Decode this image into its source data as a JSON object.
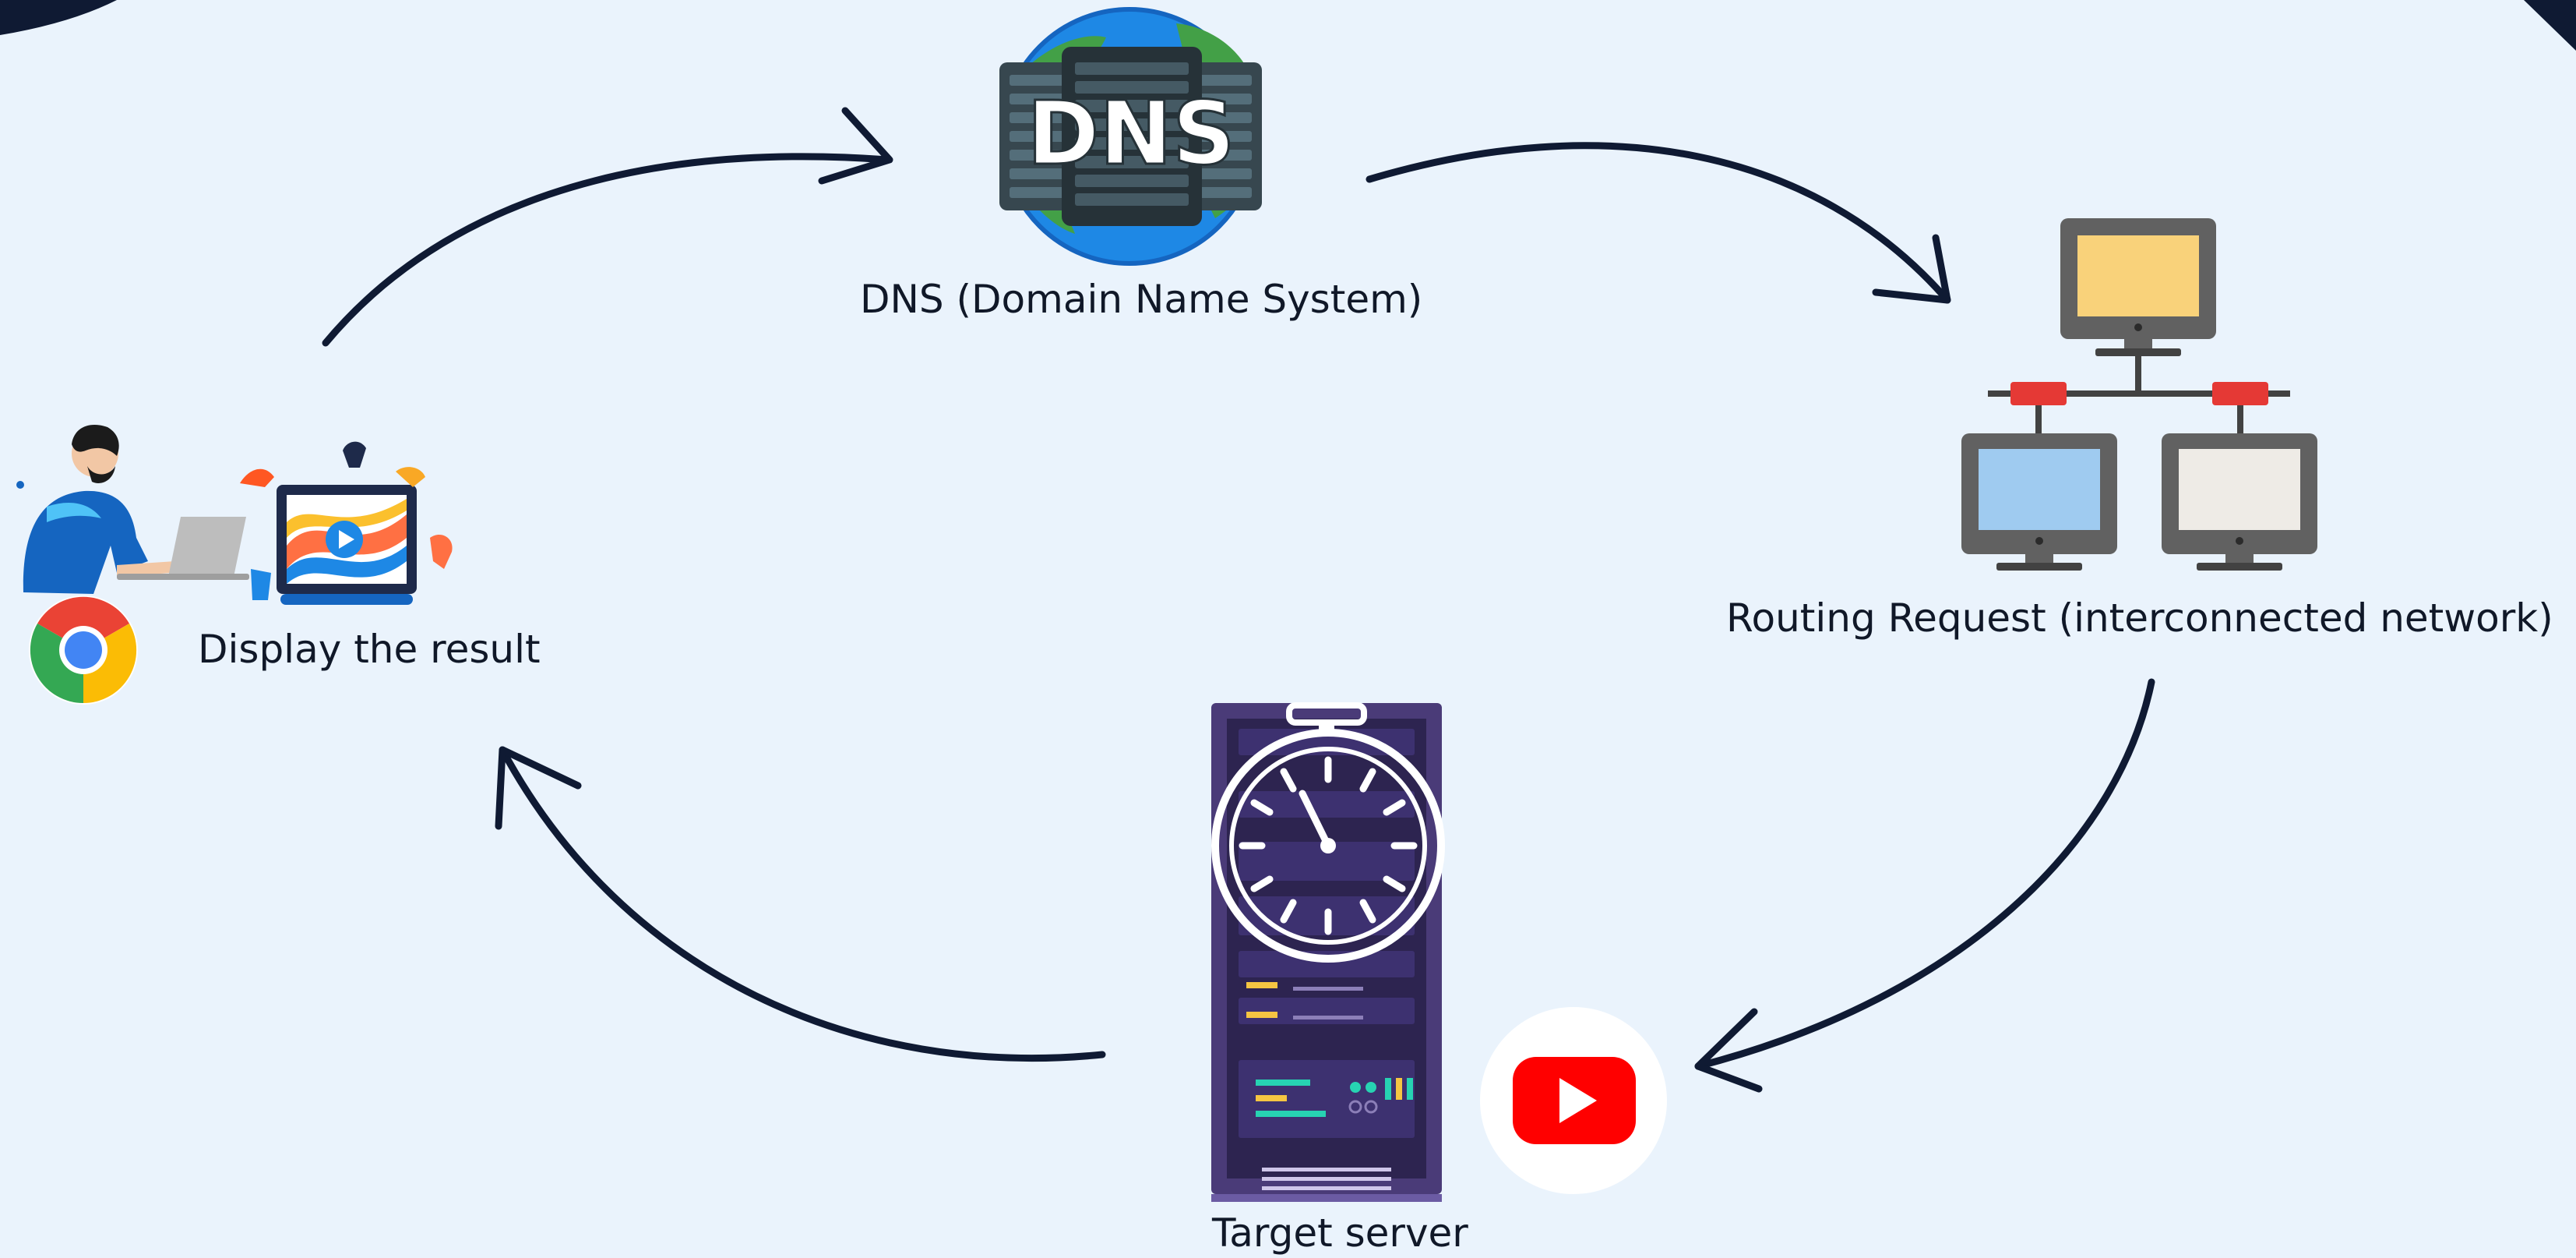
{
  "diagram": {
    "nodes": {
      "dns": {
        "label": "DNS (Domain Name System)",
        "badge": "DNS",
        "icon": "dns-globe-server-icon"
      },
      "routing": {
        "label": "Routing Request (interconnected network)",
        "icon": "network-computers-icon"
      },
      "server": {
        "label": "Target server",
        "icon": "server-rack-stopwatch-icon",
        "service_icon": "youtube-icon"
      },
      "display": {
        "label": "Display the result",
        "icon": "user-laptop-media-icon",
        "browser_icon": "chrome-icon"
      }
    },
    "edges": [
      {
        "from": "display",
        "to": "dns"
      },
      {
        "from": "dns",
        "to": "routing"
      },
      {
        "from": "routing",
        "to": "server"
      },
      {
        "from": "server",
        "to": "display"
      }
    ],
    "colors": {
      "background": "#eaf3fc",
      "arrow": "#0f1a33",
      "text": "#101828",
      "youtube_red": "#ff0000",
      "globe_blue": "#1e88e5",
      "server_purple": "#4a3b78"
    }
  }
}
